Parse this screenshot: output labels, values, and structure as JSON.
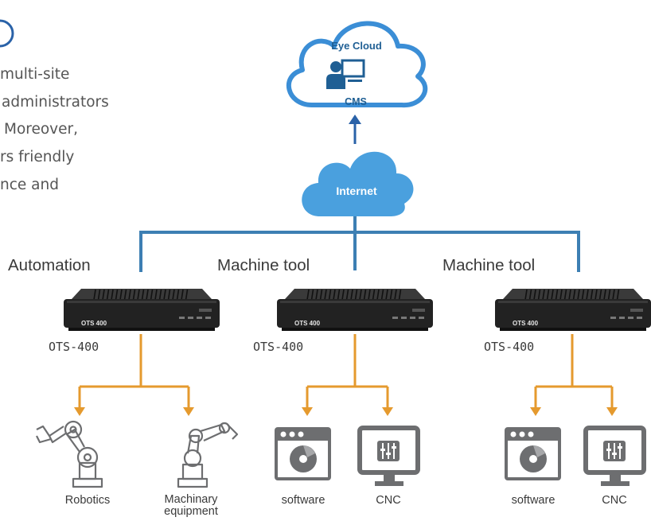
{
  "intro_lines": [
    "multi-site",
    "administrators",
    "Moreover,",
    "rs friendly",
    "nce and"
  ],
  "cloud": {
    "title": "Eye Cloud",
    "subtitle": "CMS"
  },
  "internet": {
    "label": "Internet"
  },
  "device_badge": "OTS 400",
  "sites": [
    {
      "segment": "Automation",
      "device_label": "OTS-400",
      "endpoints": [
        {
          "label": "Robotics",
          "icon": "robot-arm-icon"
        },
        {
          "label": "Machinary\nequipment",
          "icon": "robot-arm-icon"
        }
      ]
    },
    {
      "segment": "Machine tool",
      "device_label": "OTS-400",
      "endpoints": [
        {
          "label": "software",
          "icon": "software-window-icon"
        },
        {
          "label": "CNC",
          "icon": "cnc-monitor-icon"
        }
      ]
    },
    {
      "segment": "Machine tool",
      "device_label": "OTS-400",
      "endpoints": [
        {
          "label": "software",
          "icon": "software-window-icon"
        },
        {
          "label": "CNC",
          "icon": "cnc-monitor-icon"
        }
      ]
    }
  ],
  "colors": {
    "blue_line": "#3d7fb3",
    "orange_line": "#e59a2e",
    "cloud_outline": "#3b8ed6",
    "internet_cloud": "#4aa0de",
    "icon_gray": "#6d6e70",
    "device_body": "#222222",
    "text": "#3a3a3a"
  }
}
